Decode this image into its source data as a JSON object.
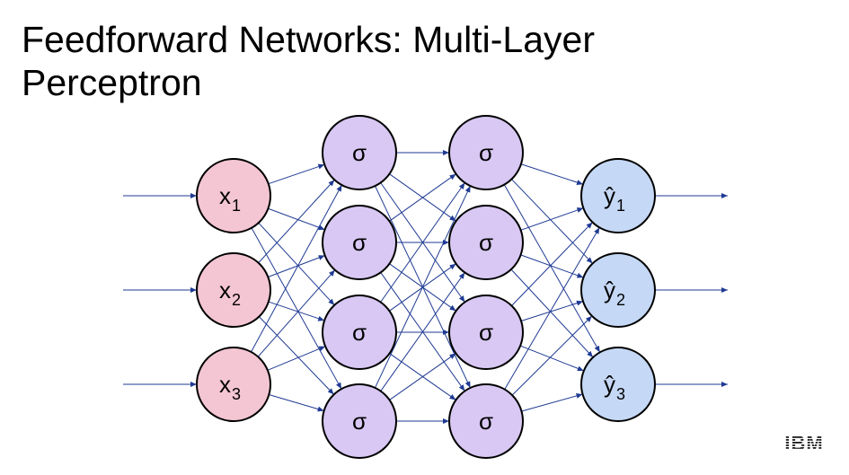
{
  "slide": {
    "title_line1": "Feedforward Networks: Multi-Layer",
    "title_line2": "Perceptron"
  },
  "network": {
    "input_nodes": [
      {
        "label": "x",
        "sub": "1"
      },
      {
        "label": "x",
        "sub": "2"
      },
      {
        "label": "x",
        "sub": "3"
      }
    ],
    "hidden_layer_1": [
      {
        "label": "σ"
      },
      {
        "label": "σ"
      },
      {
        "label": "σ"
      },
      {
        "label": "σ"
      }
    ],
    "hidden_layer_2": [
      {
        "label": "σ"
      },
      {
        "label": "σ"
      },
      {
        "label": "σ"
      },
      {
        "label": "σ"
      }
    ],
    "output_nodes": [
      {
        "label": "ŷ",
        "sub": "1"
      },
      {
        "label": "ŷ",
        "sub": "2"
      },
      {
        "label": "ŷ",
        "sub": "3"
      }
    ]
  },
  "colors": {
    "input_fill": "#f4c6d3",
    "hidden_fill": "#d8c8f3",
    "output_fill": "#c5d8f5",
    "node_stroke": "#000000",
    "edge": "#1f3a93"
  },
  "logo": {
    "text": "IBM"
  }
}
